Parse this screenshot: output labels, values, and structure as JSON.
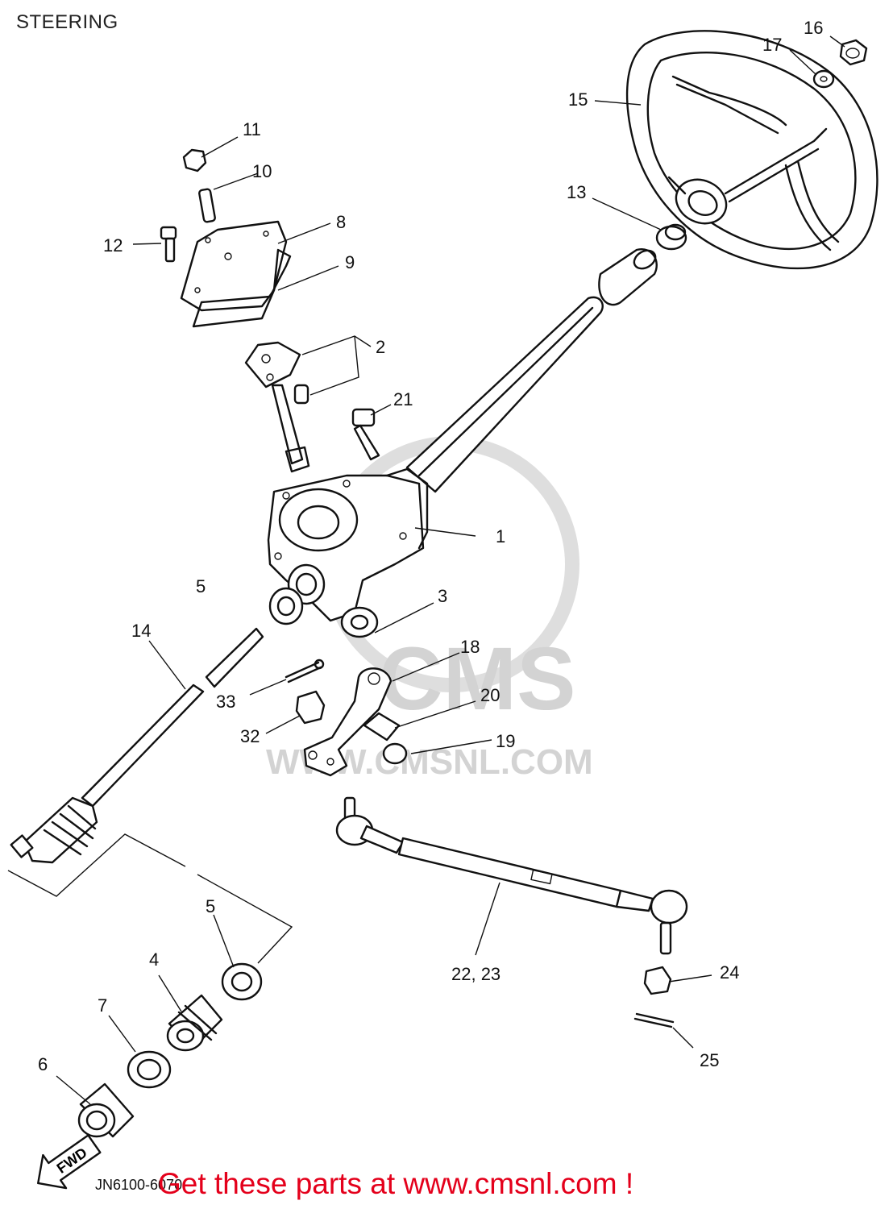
{
  "page": {
    "title": "STEERING",
    "diagram_code": "JN6100-6070",
    "banner": "Get these parts at www.cmsnl.com !",
    "watermark_text": "CMS",
    "watermark_url": "WWW.CMSNL.COM",
    "fwd_marker": "FWD"
  },
  "colors": {
    "banner": "#e4001b",
    "ink": "#111111",
    "watermark": "#d3d3d3"
  },
  "callouts": [
    {
      "id": "c1",
      "label": "1"
    },
    {
      "id": "c2",
      "label": "2"
    },
    {
      "id": "c3",
      "label": "3"
    },
    {
      "id": "c4",
      "label": "4"
    },
    {
      "id": "c5a",
      "label": "5"
    },
    {
      "id": "c5b",
      "label": "5"
    },
    {
      "id": "c6",
      "label": "6"
    },
    {
      "id": "c7",
      "label": "7"
    },
    {
      "id": "c8",
      "label": "8"
    },
    {
      "id": "c9",
      "label": "9"
    },
    {
      "id": "c10",
      "label": "10"
    },
    {
      "id": "c11",
      "label": "11"
    },
    {
      "id": "c12",
      "label": "12"
    },
    {
      "id": "c13",
      "label": "13"
    },
    {
      "id": "c14",
      "label": "14"
    },
    {
      "id": "c15",
      "label": "15"
    },
    {
      "id": "c16",
      "label": "16"
    },
    {
      "id": "c17",
      "label": "17"
    },
    {
      "id": "c18",
      "label": "18"
    },
    {
      "id": "c19",
      "label": "19"
    },
    {
      "id": "c20",
      "label": "20"
    },
    {
      "id": "c21",
      "label": "21"
    },
    {
      "id": "c22",
      "label": "22, 23"
    },
    {
      "id": "c24",
      "label": "24"
    },
    {
      "id": "c25",
      "label": "25"
    },
    {
      "id": "c32",
      "label": "32"
    },
    {
      "id": "c33",
      "label": "33"
    }
  ]
}
